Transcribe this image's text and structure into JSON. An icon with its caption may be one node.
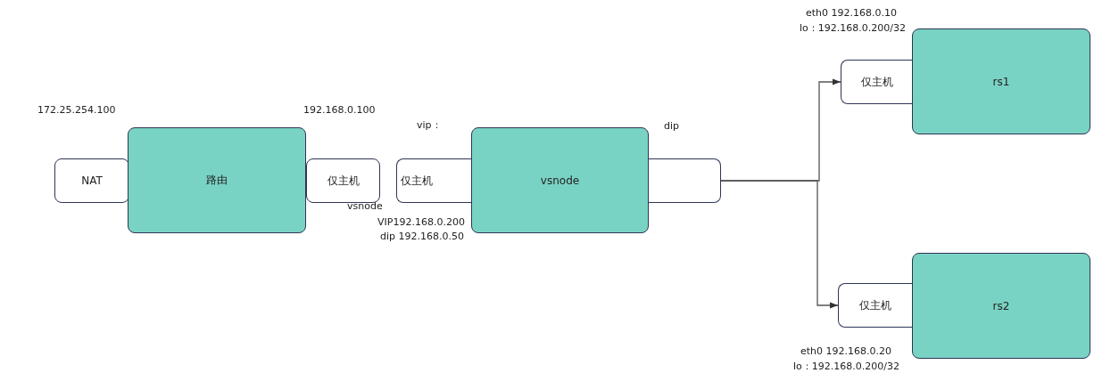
{
  "diagram": {
    "nodes": [
      {
        "text": [
          "NAT"
        ]
      },
      {
        "text": [
          "路由"
        ]
      },
      {
        "text": [
          "仅主机"
        ]
      },
      {
        "text": [
          "仅主机"
        ]
      },
      {
        "text": [
          "vsnode"
        ]
      },
      {
        "text": [],
        "shape": "box"
      },
      {
        "text": [
          "仅主机"
        ]
      },
      {
        "text": [
          "rs1"
        ]
      },
      {
        "text": [
          "仅主机"
        ]
      },
      {
        "text": [
          "rs2"
        ]
      }
    ],
    "edges": [
      {
        "from": 5,
        "to": 6,
        "arrow": "to"
      },
      {
        "from": 5,
        "to": 8,
        "arrow": "to"
      }
    ],
    "labels": [
      "eth0 192.168.0.10",
      "lo：192.168.0.200/32",
      "172.25.254.100",
      "192.168.0.100",
      "vip：",
      "dip",
      "vsnode",
      "VIP192.168.0.200",
      "dip 192.168.0.50",
      "eth0 192.168.0.20",
      "lo：192.168.0.200/32"
    ]
  }
}
